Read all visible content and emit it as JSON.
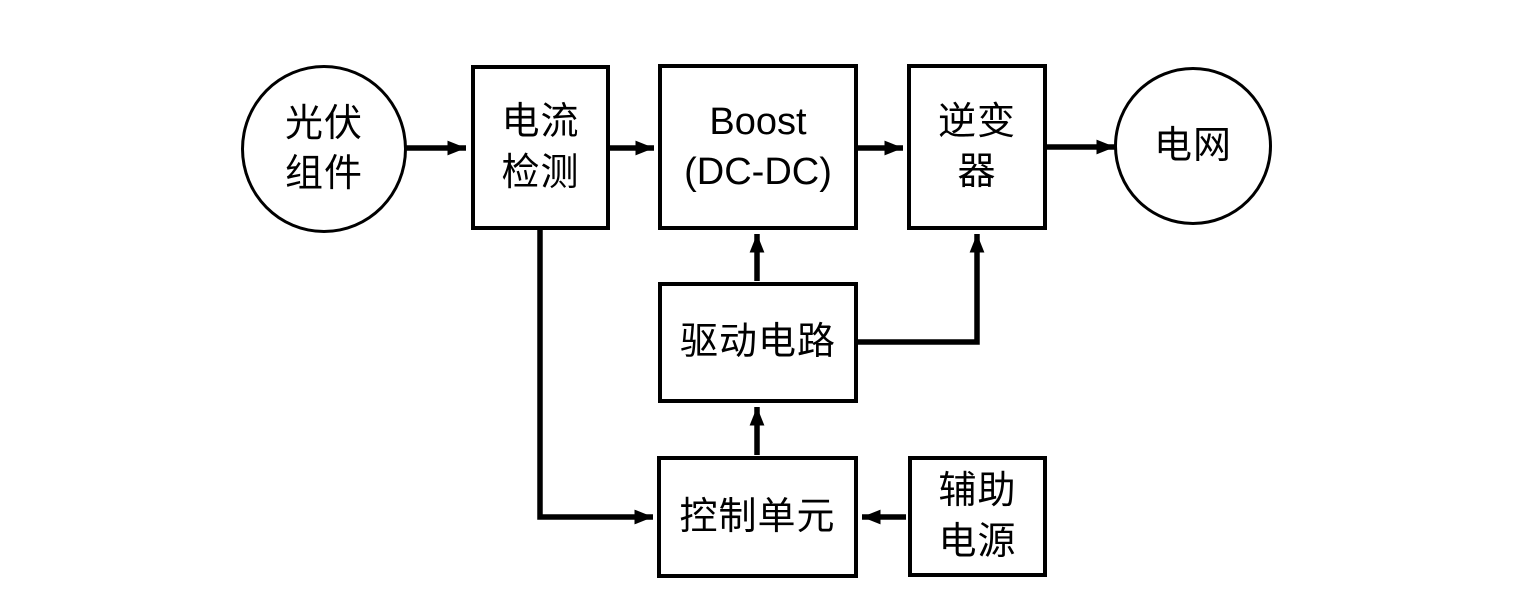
{
  "nodes": {
    "pv_module": {
      "shape": "circle",
      "lines": [
        "光伏",
        "组件"
      ]
    },
    "current_detection": {
      "shape": "box",
      "lines": [
        "电流",
        "检测"
      ]
    },
    "boost": {
      "shape": "box",
      "lines": [
        "Boost",
        "(DC-DC)"
      ]
    },
    "inverter": {
      "shape": "box",
      "lines": [
        "逆变",
        "器"
      ]
    },
    "grid": {
      "shape": "circle",
      "lines": [
        "电网"
      ]
    },
    "drive_circuit": {
      "shape": "box",
      "lines": [
        "驱动电路"
      ]
    },
    "control_unit": {
      "shape": "box",
      "lines": [
        "控制单元"
      ]
    },
    "aux_power": {
      "shape": "box",
      "lines": [
        "辅助",
        "电源"
      ]
    }
  },
  "connections": [
    {
      "from": "pv_module",
      "to": "current_detection"
    },
    {
      "from": "current_detection",
      "to": "boost"
    },
    {
      "from": "boost",
      "to": "inverter"
    },
    {
      "from": "inverter",
      "to": "grid"
    },
    {
      "from": "drive_circuit",
      "to": "boost"
    },
    {
      "from": "drive_circuit",
      "to": "inverter"
    },
    {
      "from": "control_unit",
      "to": "drive_circuit"
    },
    {
      "from": "current_detection",
      "to": "control_unit"
    },
    {
      "from": "aux_power",
      "to": "control_unit"
    }
  ],
  "colors": {
    "line": "#000000",
    "background": "#ffffff"
  }
}
